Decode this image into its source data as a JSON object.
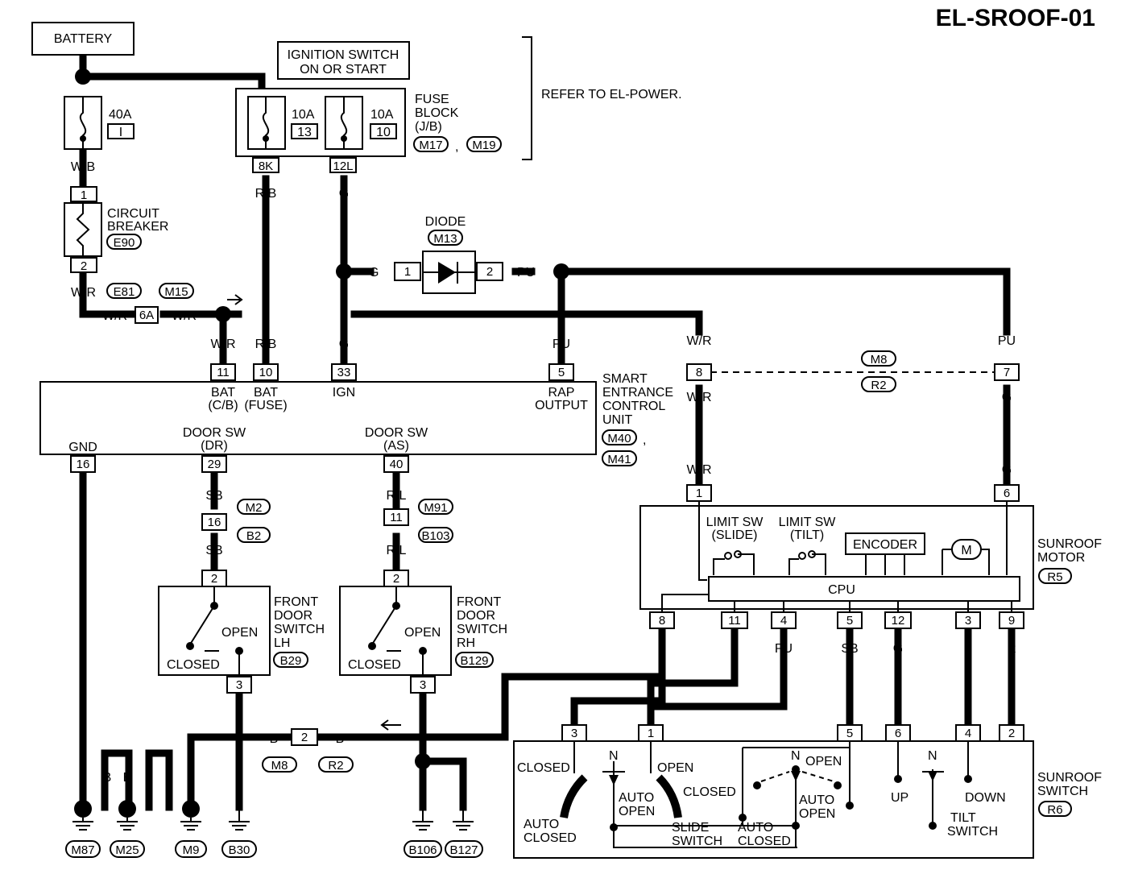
{
  "page_id": "EL-SROOF-01",
  "battery": "BATTERY",
  "ignition": [
    "IGNITION SWITCH",
    "ON OR START"
  ],
  "fuse_40a": {
    "amp": "40A",
    "num": "I"
  },
  "fuse_13": {
    "amp": "10A",
    "num": "13",
    "pin": "8K"
  },
  "fuse_10": {
    "amp": "10A",
    "num": "10",
    "pin": "12L"
  },
  "fuse_block": {
    "lines": [
      "FUSE",
      "BLOCK",
      "(J/B)"
    ],
    "conn1": "M17",
    "sep": ",",
    "conn2": "M19"
  },
  "refer": "REFER TO EL-POWER.",
  "circuit_breaker": {
    "lines": [
      "CIRCUIT",
      "BREAKER"
    ],
    "conn": "E90",
    "pin_top": "1",
    "pin_bottom": "2"
  },
  "diode": {
    "label": "DIODE",
    "conn": "M13",
    "pin_in": "1",
    "pin_out": "2"
  },
  "joint": {
    "conn_left": "E81",
    "conn_right": "M15",
    "pin": "6A"
  },
  "wires": {
    "wb": "W/B",
    "wr": "W/R",
    "rb": "R/B",
    "g": "G",
    "pu": "PU",
    "sb": "SB",
    "rl": "R/L",
    "b": "B",
    "l": "L",
    "p": "P",
    "r": "R"
  },
  "secu": {
    "lines": [
      "SMART",
      "ENTRANCE",
      "CONTROL",
      "UNIT"
    ],
    "conn1": "M40",
    "sep": ",",
    "conn2": "M41",
    "pins": {
      "bat_cb": "11",
      "bat_fuse": "10",
      "ign": "33",
      "rap": "5",
      "gnd": "16",
      "door_dr": "29",
      "door_as": "40"
    },
    "labels": {
      "bat": "BAT",
      "cb": "(C/B)",
      "fuse": "(FUSE)",
      "ign": "IGN",
      "rap": "RAP",
      "output": "OUTPUT",
      "gnd": "GND",
      "door_sw": "DOOR SW",
      "dr": "(DR)",
      "as": "(AS)"
    }
  },
  "conn_m8_r2": {
    "conn1": "M8",
    "conn2": "R2",
    "pin8": "8",
    "pin7": "7",
    "pin2": "2"
  },
  "conn_m2_b2": {
    "conn1": "M2",
    "conn2": "B2",
    "pin": "16"
  },
  "conn_m91_b103": {
    "conn1": "M91",
    "conn2": "B103",
    "pin": "11"
  },
  "door_lh": {
    "lines": [
      "FRONT",
      "DOOR",
      "SWITCH",
      "LH"
    ],
    "conn": "B29",
    "open": "OPEN",
    "closed": "CLOSED",
    "pin_top": "2",
    "pin_bottom": "3"
  },
  "door_rh": {
    "lines": [
      "FRONT",
      "DOOR",
      "SWITCH",
      "RH"
    ],
    "conn": "B129",
    "open": "OPEN",
    "closed": "CLOSED",
    "pin_top": "2",
    "pin_bottom": "3"
  },
  "motor": {
    "lines": [
      "SUNROOF",
      "MOTOR"
    ],
    "conn": "R5",
    "limit": "LIMIT SW",
    "slide": "(SLIDE)",
    "tilt": "(TILT)",
    "encoder": "ENCODER",
    "cpu": "CPU",
    "m": "M",
    "pins": [
      "1",
      "6",
      "8",
      "11",
      "4",
      "5",
      "12",
      "3",
      "9"
    ]
  },
  "sw": {
    "lines": [
      "SUNROOF",
      "SWITCH"
    ],
    "conn": "R6",
    "pins": [
      "3",
      "1",
      "5",
      "6",
      "4",
      "2"
    ],
    "closed": "CLOSED",
    "open": "OPEN",
    "n": "N",
    "auto": "AUTO",
    "up": "UP",
    "down": "DOWN",
    "slide": "SLIDE",
    "switch": "SWITCH",
    "tilt": "TILT"
  },
  "grounds": [
    "M87",
    "M25",
    "M9",
    "B30",
    "B106",
    "B127"
  ]
}
